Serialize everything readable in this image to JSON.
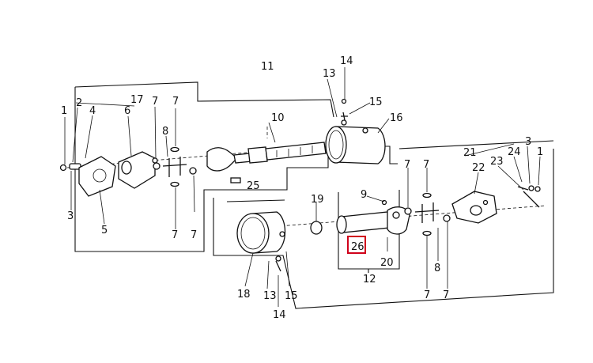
{
  "labels": {
    "l1a": "1",
    "l1b": "1",
    "l2": "2",
    "l3": "3",
    "l4": "4",
    "l5": "5",
    "l6": "6",
    "l7": "7",
    "l8": "8",
    "l9": "9",
    "l10": "10",
    "l11": "11",
    "l12": "12",
    "l13": "13",
    "l14": "14",
    "l15": "15",
    "l16": "16",
    "l17": "17",
    "l18": "18",
    "l19": "19",
    "l20": "20",
    "l21": "21",
    "l22": "22",
    "l23": "23",
    "l24": "24",
    "l25": "25",
    "l26": "26"
  },
  "highlight": {
    "color": "#d0021b",
    "target_label": "26"
  }
}
